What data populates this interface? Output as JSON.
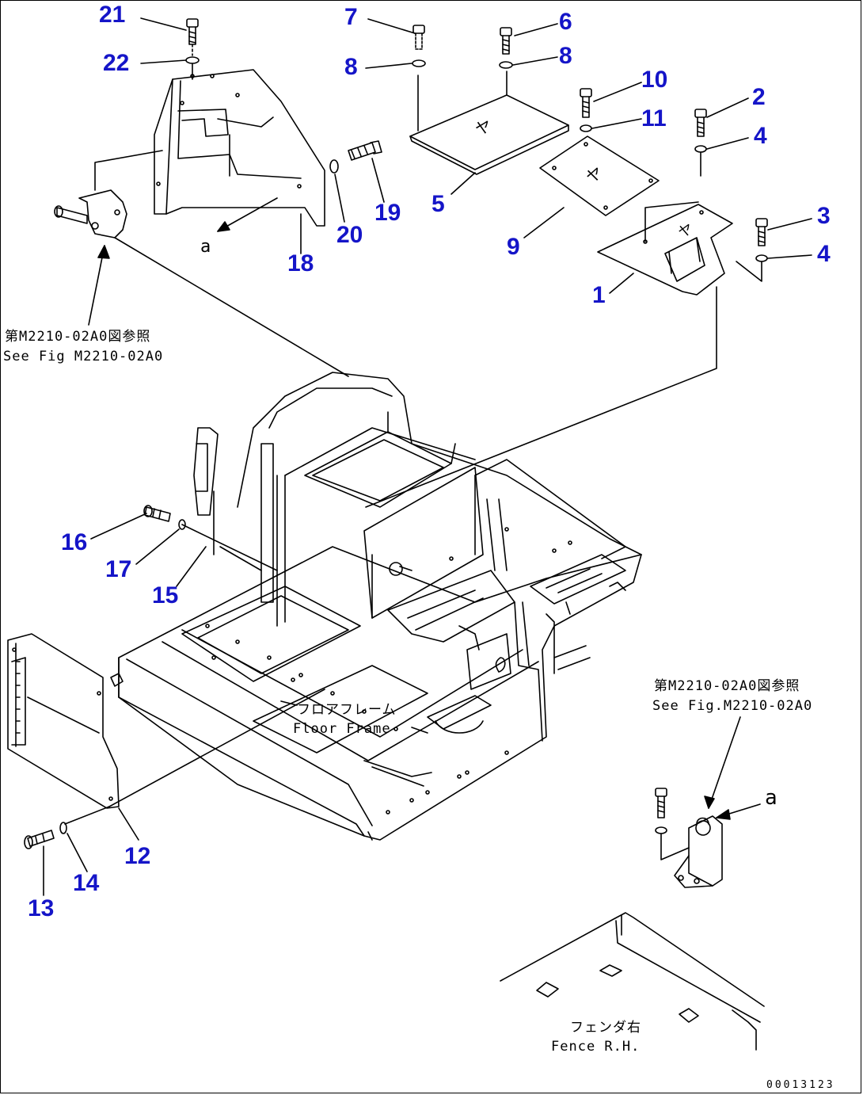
{
  "style": {
    "callout_color": "#1515c8",
    "line_color": "#000000",
    "background": "#ffffff"
  },
  "callouts": [
    "1",
    "2",
    "3",
    "4",
    "4",
    "5",
    "6",
    "7",
    "8",
    "8",
    "9",
    "10",
    "11",
    "12",
    "13",
    "14",
    "15",
    "16",
    "17",
    "18",
    "19",
    "20",
    "21",
    "22"
  ],
  "notes": {
    "see_fig_top": {
      "jp": "第M2210-02A0図参照",
      "en": "See Fig M2210-02A0"
    },
    "see_fig_right": {
      "jp": "第M2210-02A0図参照",
      "en": "See Fig.M2210-02A0"
    },
    "floor_frame": {
      "jp": "フロアフレーム",
      "en": "Floor Frame"
    },
    "fender_rh": {
      "jp": "フェンダ右",
      "en": "Fence R.H."
    }
  },
  "view_marker": "a",
  "view_marker_small": "a",
  "drawing_number": "00013123"
}
